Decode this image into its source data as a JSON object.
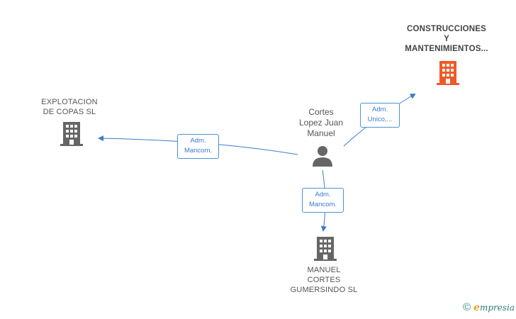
{
  "nodes": {
    "construcciones": {
      "lines": [
        "CONSTRUCCIONES",
        "Y",
        "MANTENIMIENTOS..."
      ],
      "color": "#f05a28"
    },
    "explotacion": {
      "lines": [
        "EXPLOTACION",
        "DE COPAS SL"
      ],
      "color": "#666666"
    },
    "manuel_cortes": {
      "lines": [
        "MANUEL",
        "CORTES",
        "GUMERSINDO SL"
      ],
      "color": "#666666"
    },
    "person": {
      "lines": [
        "Cortes",
        "Lopez Juan",
        "Manuel"
      ],
      "icon": "person-icon"
    }
  },
  "edges": {
    "to_construcciones": {
      "lines": [
        "Adm.",
        "Unico,..."
      ]
    },
    "to_explotacion": {
      "lines": [
        "Adm.",
        "Mancom."
      ]
    },
    "to_manuel": {
      "lines": [
        "Adm.",
        "Mancom."
      ]
    }
  },
  "footer": {
    "copyright": "©",
    "brand_first": "e",
    "brand_rest": "mpresia"
  },
  "colors": {
    "edge": "#3a7bc8",
    "accent": "#f05a28",
    "building": "#666666"
  }
}
